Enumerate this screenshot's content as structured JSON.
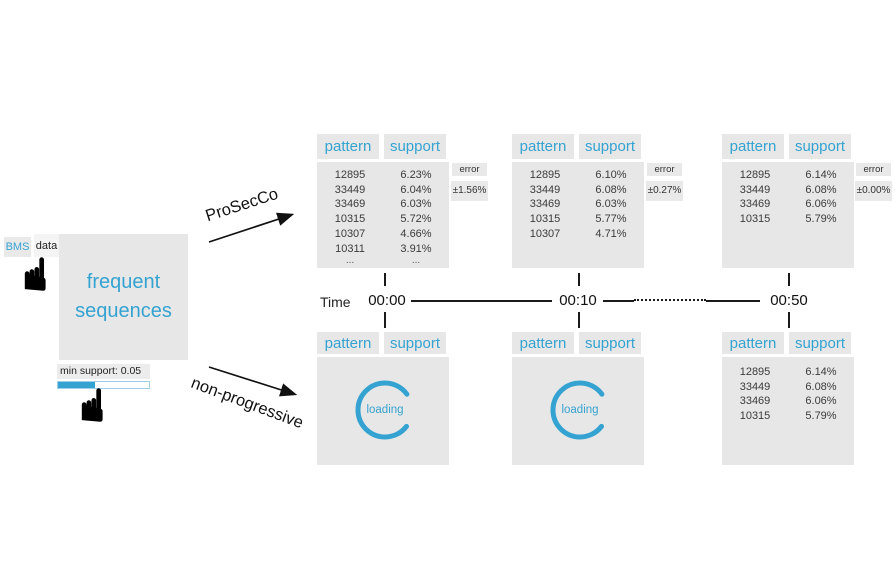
{
  "colors": {
    "accent_blue": "#35a3d1",
    "panel_gray": "#e7e7e7",
    "chip_gray": "#e9e9e9",
    "text_dark": "#3b3b3b",
    "line_black": "#1a1a1a"
  },
  "dataset": {
    "bms_label": "BMS",
    "data_label": "data"
  },
  "main_box": {
    "line1": "frequent",
    "line2": "sequences"
  },
  "min_support": {
    "label": "min support: 0.05",
    "fill_percent": 41
  },
  "branches": {
    "progressive": "ProSecCo",
    "nonprogressive": "non-progressive"
  },
  "timeline": {
    "label": "Time",
    "times": [
      "00:00",
      "00:10",
      "00:50"
    ]
  },
  "table_header": {
    "pattern": "pattern",
    "support": "support"
  },
  "error_label": "error",
  "prosecco_tables": [
    {
      "rows": [
        [
          "12895",
          "6.23%"
        ],
        [
          "33449",
          "6.04%"
        ],
        [
          "33469",
          "6.03%"
        ],
        [
          "10315",
          "5.72%"
        ],
        [
          "10307",
          "4.66%"
        ],
        [
          "10311",
          "3.91%"
        ],
        [
          "...",
          "..."
        ]
      ],
      "error": "±1.56%"
    },
    {
      "rows": [
        [
          "12895",
          "6.10%"
        ],
        [
          "33449",
          "6.08%"
        ],
        [
          "33469",
          "6.03%"
        ],
        [
          "10315",
          "5.77%"
        ],
        [
          "10307",
          "4.71%"
        ]
      ],
      "error": "±0.27%"
    },
    {
      "rows": [
        [
          "12895",
          "6.14%"
        ],
        [
          "33449",
          "6.08%"
        ],
        [
          "33469",
          "6.06%"
        ],
        [
          "10315",
          "5.79%"
        ]
      ],
      "error": "±0.00%"
    }
  ],
  "nonprogressive_tables": [
    {
      "loading_label": "loading"
    },
    {
      "loading_label": "loading"
    },
    {
      "rows": [
        [
          "12895",
          "6.14%"
        ],
        [
          "33449",
          "6.08%"
        ],
        [
          "33469",
          "6.06%"
        ],
        [
          "10315",
          "5.79%"
        ]
      ]
    }
  ],
  "hand_glyph": "☚"
}
